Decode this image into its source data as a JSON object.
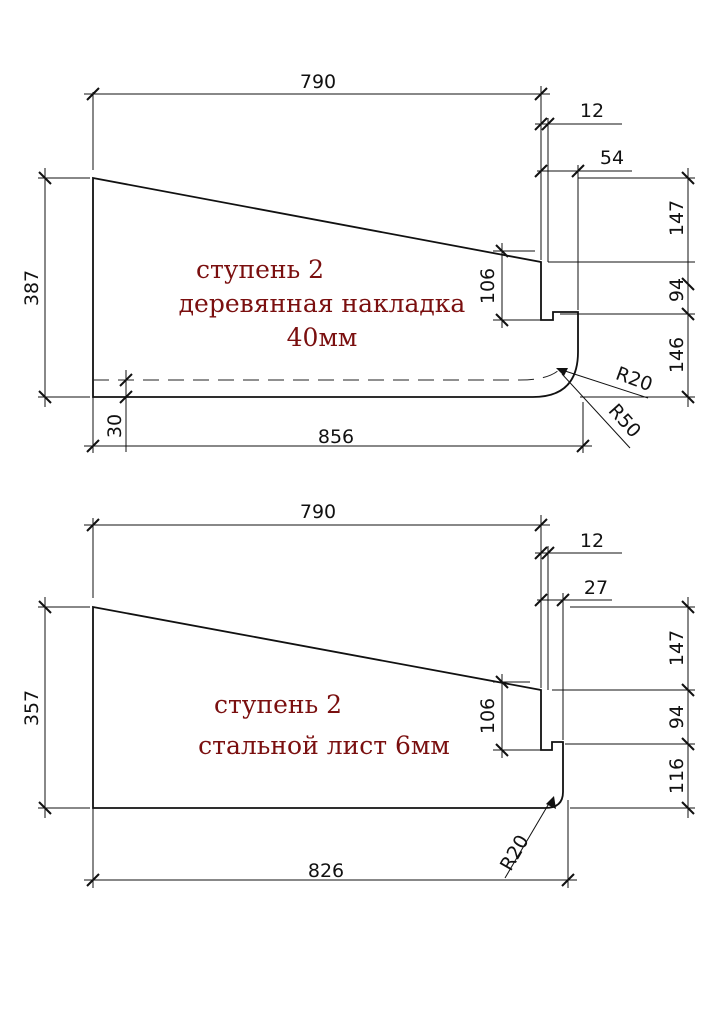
{
  "colors": {
    "line": "#111111",
    "label": "#7a0f0f",
    "background": "#ffffff"
  },
  "drawing1": {
    "label_lines": [
      "ступень 2",
      "деревянная накладка",
      "40мм"
    ],
    "dims": {
      "top_width": "790",
      "gap": "12",
      "notch_depth": "54",
      "height": "387",
      "right_top": "147",
      "right_mid": "94",
      "right_bottom": "146",
      "notch_height": "106",
      "radius_small": "R20",
      "radius_large": "R50",
      "offset": "30",
      "bottom_width": "856"
    }
  },
  "drawing2": {
    "label_lines": [
      "ступень 2",
      "стальной лист 6мм"
    ],
    "dims": {
      "top_width": "790",
      "gap": "12",
      "notch_depth": "27",
      "height": "357",
      "right_top": "147",
      "right_mid": "94",
      "right_bottom": "116",
      "notch_height": "106",
      "radius": "R20",
      "bottom_width": "826"
    }
  }
}
